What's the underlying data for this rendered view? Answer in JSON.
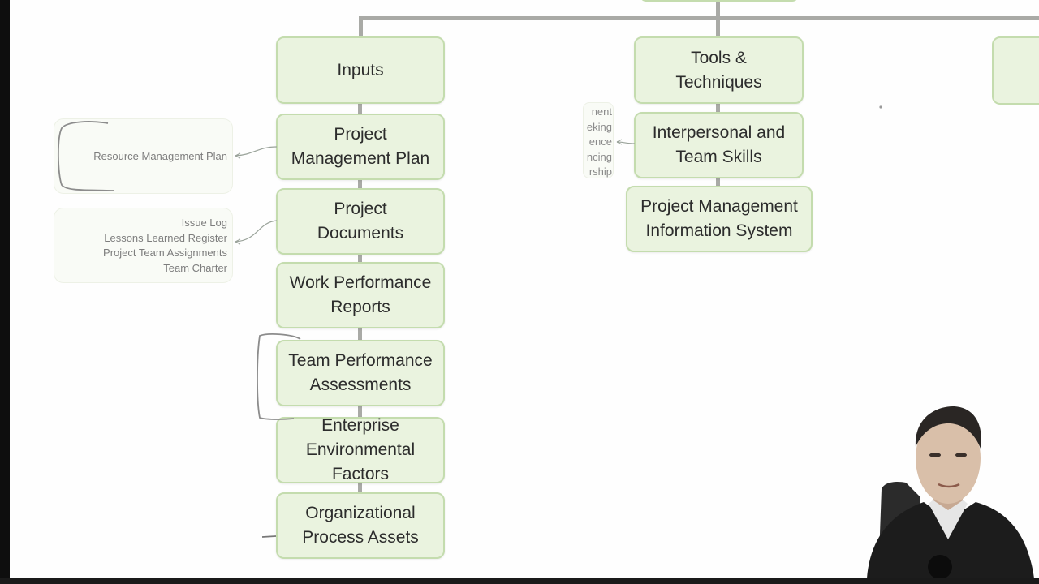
{
  "diagram": {
    "inputs_header": "Inputs",
    "tools_header": "Tools &\nTechniques",
    "inputs": [
      {
        "label": "Project\nManagement Plan"
      },
      {
        "label": "Project\nDocuments"
      },
      {
        "label": "Work Performance\nReports"
      },
      {
        "label": "Team Performance\nAssessments"
      },
      {
        "label": "Enterprise\nEnvironmental\nFactors"
      },
      {
        "label": "Organizational\nProcess Assets"
      }
    ],
    "tools": [
      {
        "label": "Interpersonal and\nTeam Skills"
      },
      {
        "label": "Project Management\nInformation System"
      }
    ],
    "plan_note": [
      "Resource Management Plan"
    ],
    "documents_note": [
      "Issue Log",
      "Lessons Learned Register",
      "Project Team Assignments",
      "Team Charter"
    ],
    "skills_note_fragments": [
      "nent",
      "eking",
      "ence",
      "ncing",
      "rship"
    ]
  },
  "colors": {
    "node_fill": "#eaf3df",
    "node_border": "#c4dcae",
    "connector": "#a9aaa6",
    "annotation_ink": "#8c8c8c"
  }
}
